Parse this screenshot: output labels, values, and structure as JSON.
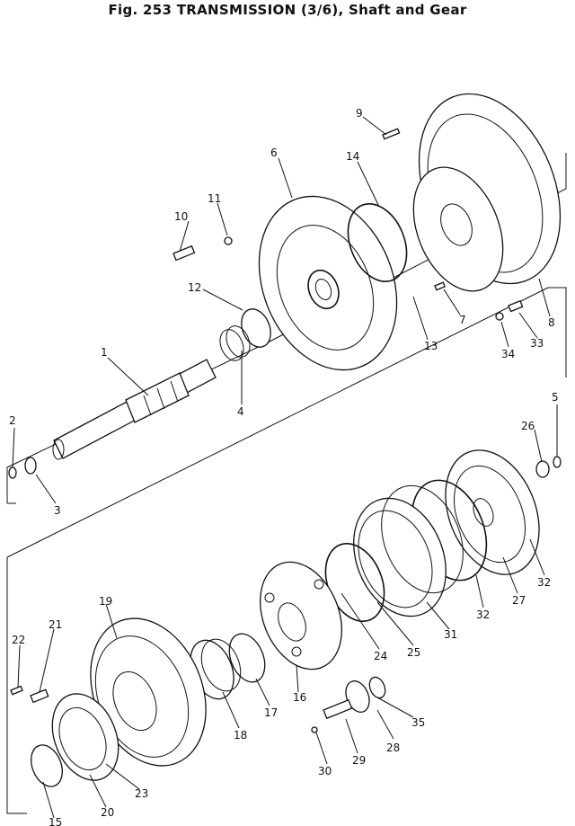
{
  "title": "Fig. 253  TRANSMISSION (3/6), Shaft and Gear",
  "callouts": [
    "1",
    "2",
    "3",
    "4",
    "5",
    "6",
    "7",
    "8",
    "9",
    "10",
    "11",
    "12",
    "13",
    "14",
    "15",
    "16",
    "17",
    "19",
    "20",
    "21",
    "22",
    "23",
    "24",
    "25",
    "26",
    "27",
    "28",
    "29",
    "30",
    "31",
    "32",
    "32",
    "33",
    "34",
    "35",
    "18"
  ]
}
